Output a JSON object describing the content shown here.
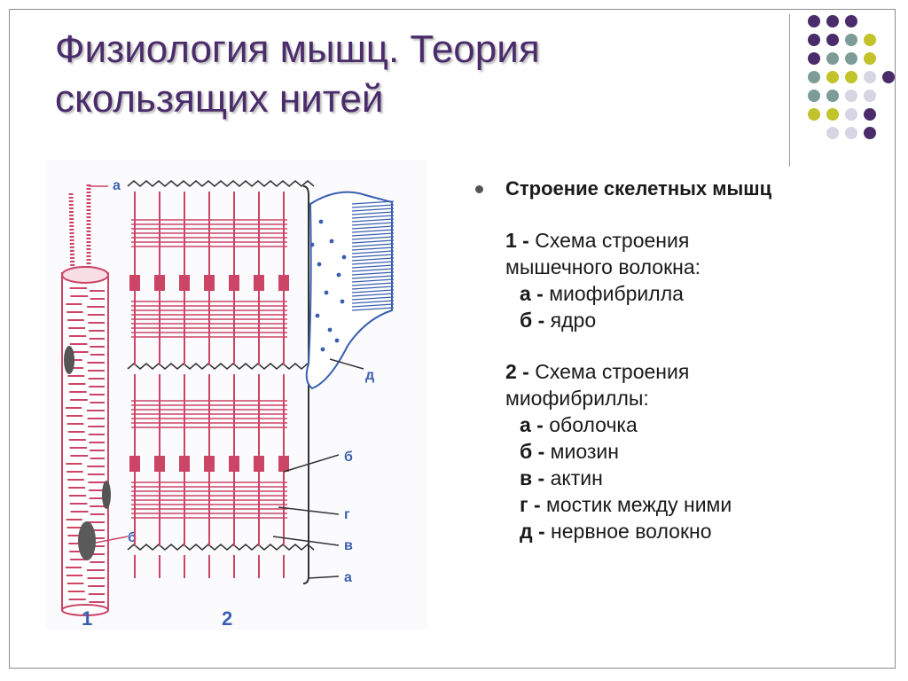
{
  "title": {
    "line1": "Физиология мышц. Теория",
    "line2": "скользящих нитей"
  },
  "colors": {
    "title": "#4a2c6b",
    "purple": "#4a2c6b",
    "teal": "#7d9b97",
    "yellow": "#c2c22a",
    "lavender": "#d5d5e3",
    "muscle": "#cc4466",
    "nerve": "#3a5fb0"
  },
  "bullet": {
    "heading": "Строение скелетных мышц"
  },
  "section1": {
    "num": "1 -",
    "line1": "Схема строения",
    "line2": "мышечного волокна:",
    "items": [
      {
        "key": "а -",
        "text": "миофибрилла"
      },
      {
        "key": "б -",
        "text": "ядро"
      }
    ]
  },
  "section2": {
    "num": "2 -",
    "line1": "Схема строения",
    "line2": "миофибриллы:",
    "items": [
      {
        "key": "а -",
        "text": "оболочка"
      },
      {
        "key": "б -",
        "text": "миозин"
      },
      {
        "key": "в -",
        "text": "актин"
      },
      {
        "key": "г -",
        "text": "мостик между ними"
      },
      {
        "key": "д -",
        "text": "нервное волокно"
      }
    ]
  },
  "figure": {
    "label_fig1": "1",
    "label_fig2": "2",
    "label_a_top": "а",
    "label_b_left": "б",
    "label_d": "д",
    "label_b_right": "б",
    "label_g": "г",
    "label_v": "в",
    "label_a_bottom": "а"
  },
  "decor": {
    "dot_grid": [
      [
        "purple",
        "purple",
        "purple",
        "",
        ""
      ],
      [
        "purple",
        "purple",
        "teal",
        "yellow",
        ""
      ],
      [
        "purple",
        "teal",
        "teal",
        "yellow",
        ""
      ],
      [
        "teal",
        "yellow",
        "yellow",
        "lavender",
        "purple"
      ],
      [
        "teal",
        "teal",
        "lavender",
        "lavender",
        ""
      ],
      [
        "yellow",
        "yellow",
        "lavender",
        "purple",
        ""
      ],
      [
        "",
        "lavender",
        "lavender",
        "purple",
        ""
      ]
    ]
  }
}
